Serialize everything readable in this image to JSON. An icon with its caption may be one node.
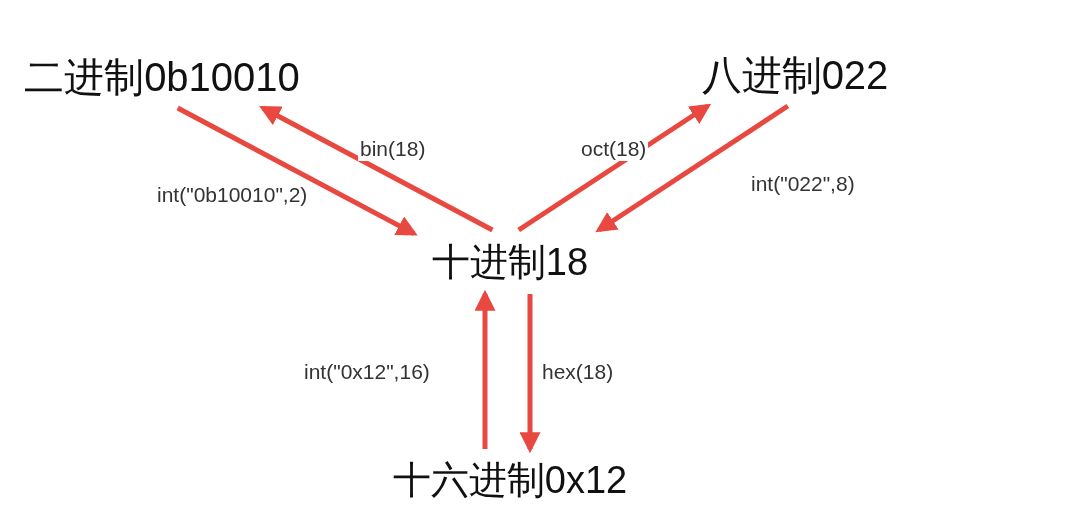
{
  "diagram": {
    "nodes": [
      {
        "text": [
          "二进制0b10010"
        ]
      },
      {
        "text": [
          "八进制022"
        ]
      },
      {
        "text": [
          "十进制18"
        ]
      },
      {
        "text": [
          "十六进制0x12"
        ]
      }
    ],
    "edges": [
      {
        "from": 0,
        "to": 2,
        "arrow": "to",
        "label": "int(\"0b10010\",2)"
      },
      {
        "from": 2,
        "to": 0,
        "arrow": "to",
        "label": "bin(18)"
      },
      {
        "from": 2,
        "to": 1,
        "arrow": "to",
        "label": "oct(18)"
      },
      {
        "from": 1,
        "to": 2,
        "arrow": "to",
        "label": "int(\"022\",8)"
      },
      {
        "from": 3,
        "to": 2,
        "arrow": "to",
        "label": "int(\"0x12\",16)"
      },
      {
        "from": 2,
        "to": 3,
        "arrow": "to",
        "label": "hex(18)"
      }
    ]
  }
}
